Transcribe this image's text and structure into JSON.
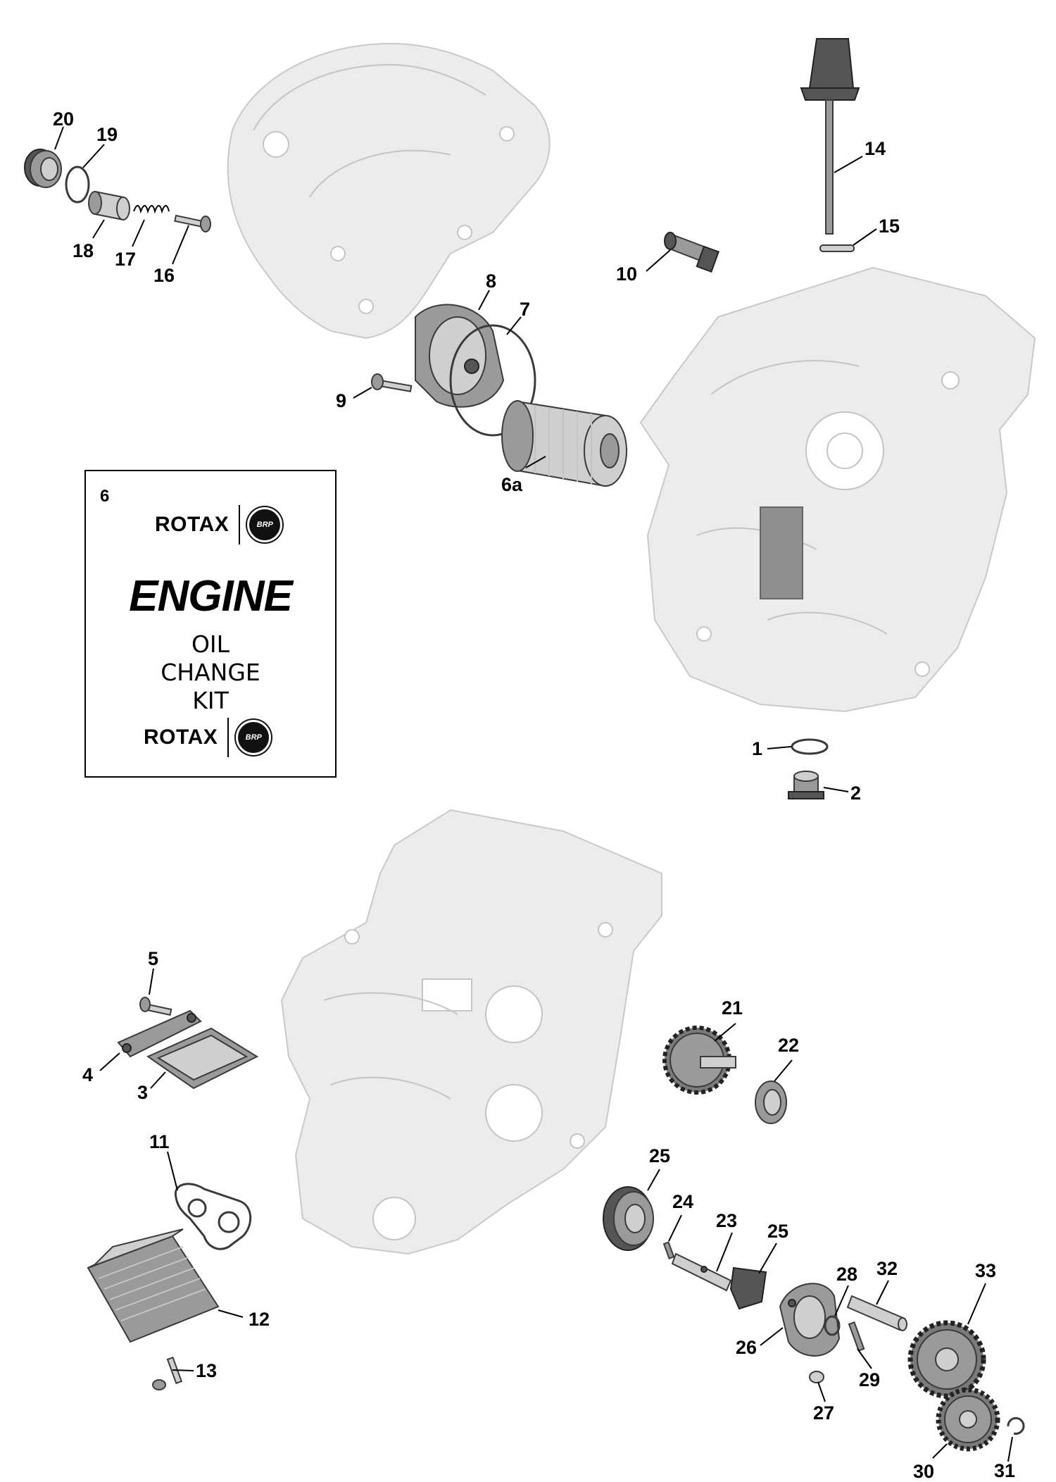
{
  "kit_card": {
    "number": "6",
    "brand_top": "ROTAX",
    "brand_bottom": "ROTAX",
    "badge_text": "BRP",
    "title": "ENGINE",
    "lines": [
      "OIL",
      "CHANGE",
      "KIT"
    ]
  },
  "callouts": {
    "c1": "1",
    "c2": "2",
    "c3": "3",
    "c4": "4",
    "c5": "5",
    "c6a": "6a",
    "c7": "7",
    "c8": "8",
    "c9": "9",
    "c10": "10",
    "c11": "11",
    "c12": "12",
    "c13": "13",
    "c14": "14",
    "c15": "15",
    "c16": "16",
    "c17": "17",
    "c18": "18",
    "c19": "19",
    "c20": "20",
    "c21": "21",
    "c22": "22",
    "c23": "23",
    "c24": "24",
    "c25a": "25",
    "c25b": "25",
    "c26": "26",
    "c27": "27",
    "c28": "28",
    "c29": "29",
    "c30": "30",
    "c31": "31",
    "c32": "32",
    "c33": "33"
  },
  "colors": {
    "ghost_fill": "#ececec",
    "part_fill": "#9a9a9a",
    "outline": "#3a3a3a"
  }
}
